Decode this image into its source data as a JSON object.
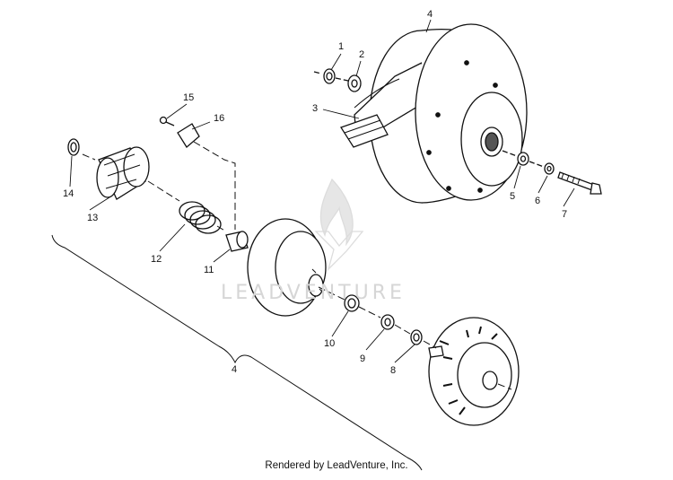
{
  "diagram": {
    "callouts": [
      {
        "id": "c1",
        "label": "1"
      },
      {
        "id": "c2",
        "label": "2"
      },
      {
        "id": "c3",
        "label": "3"
      },
      {
        "id": "c4a",
        "label": "4"
      },
      {
        "id": "c5",
        "label": "5"
      },
      {
        "id": "c6",
        "label": "6"
      },
      {
        "id": "c7",
        "label": "7"
      },
      {
        "id": "c8",
        "label": "8"
      },
      {
        "id": "c9",
        "label": "9"
      },
      {
        "id": "c10",
        "label": "10"
      },
      {
        "id": "c11",
        "label": "11"
      },
      {
        "id": "c12",
        "label": "12"
      },
      {
        "id": "c13",
        "label": "13"
      },
      {
        "id": "c14",
        "label": "14"
      },
      {
        "id": "c15",
        "label": "15"
      },
      {
        "id": "c16",
        "label": "16"
      },
      {
        "id": "c4b",
        "label": "4"
      }
    ],
    "watermark": "LEADVENTURE",
    "footer": "Rendered by LeadVenture, Inc."
  },
  "colors": {
    "line": "#111111",
    "fill": "#ffffff",
    "watermark": "#d6d6d6"
  }
}
